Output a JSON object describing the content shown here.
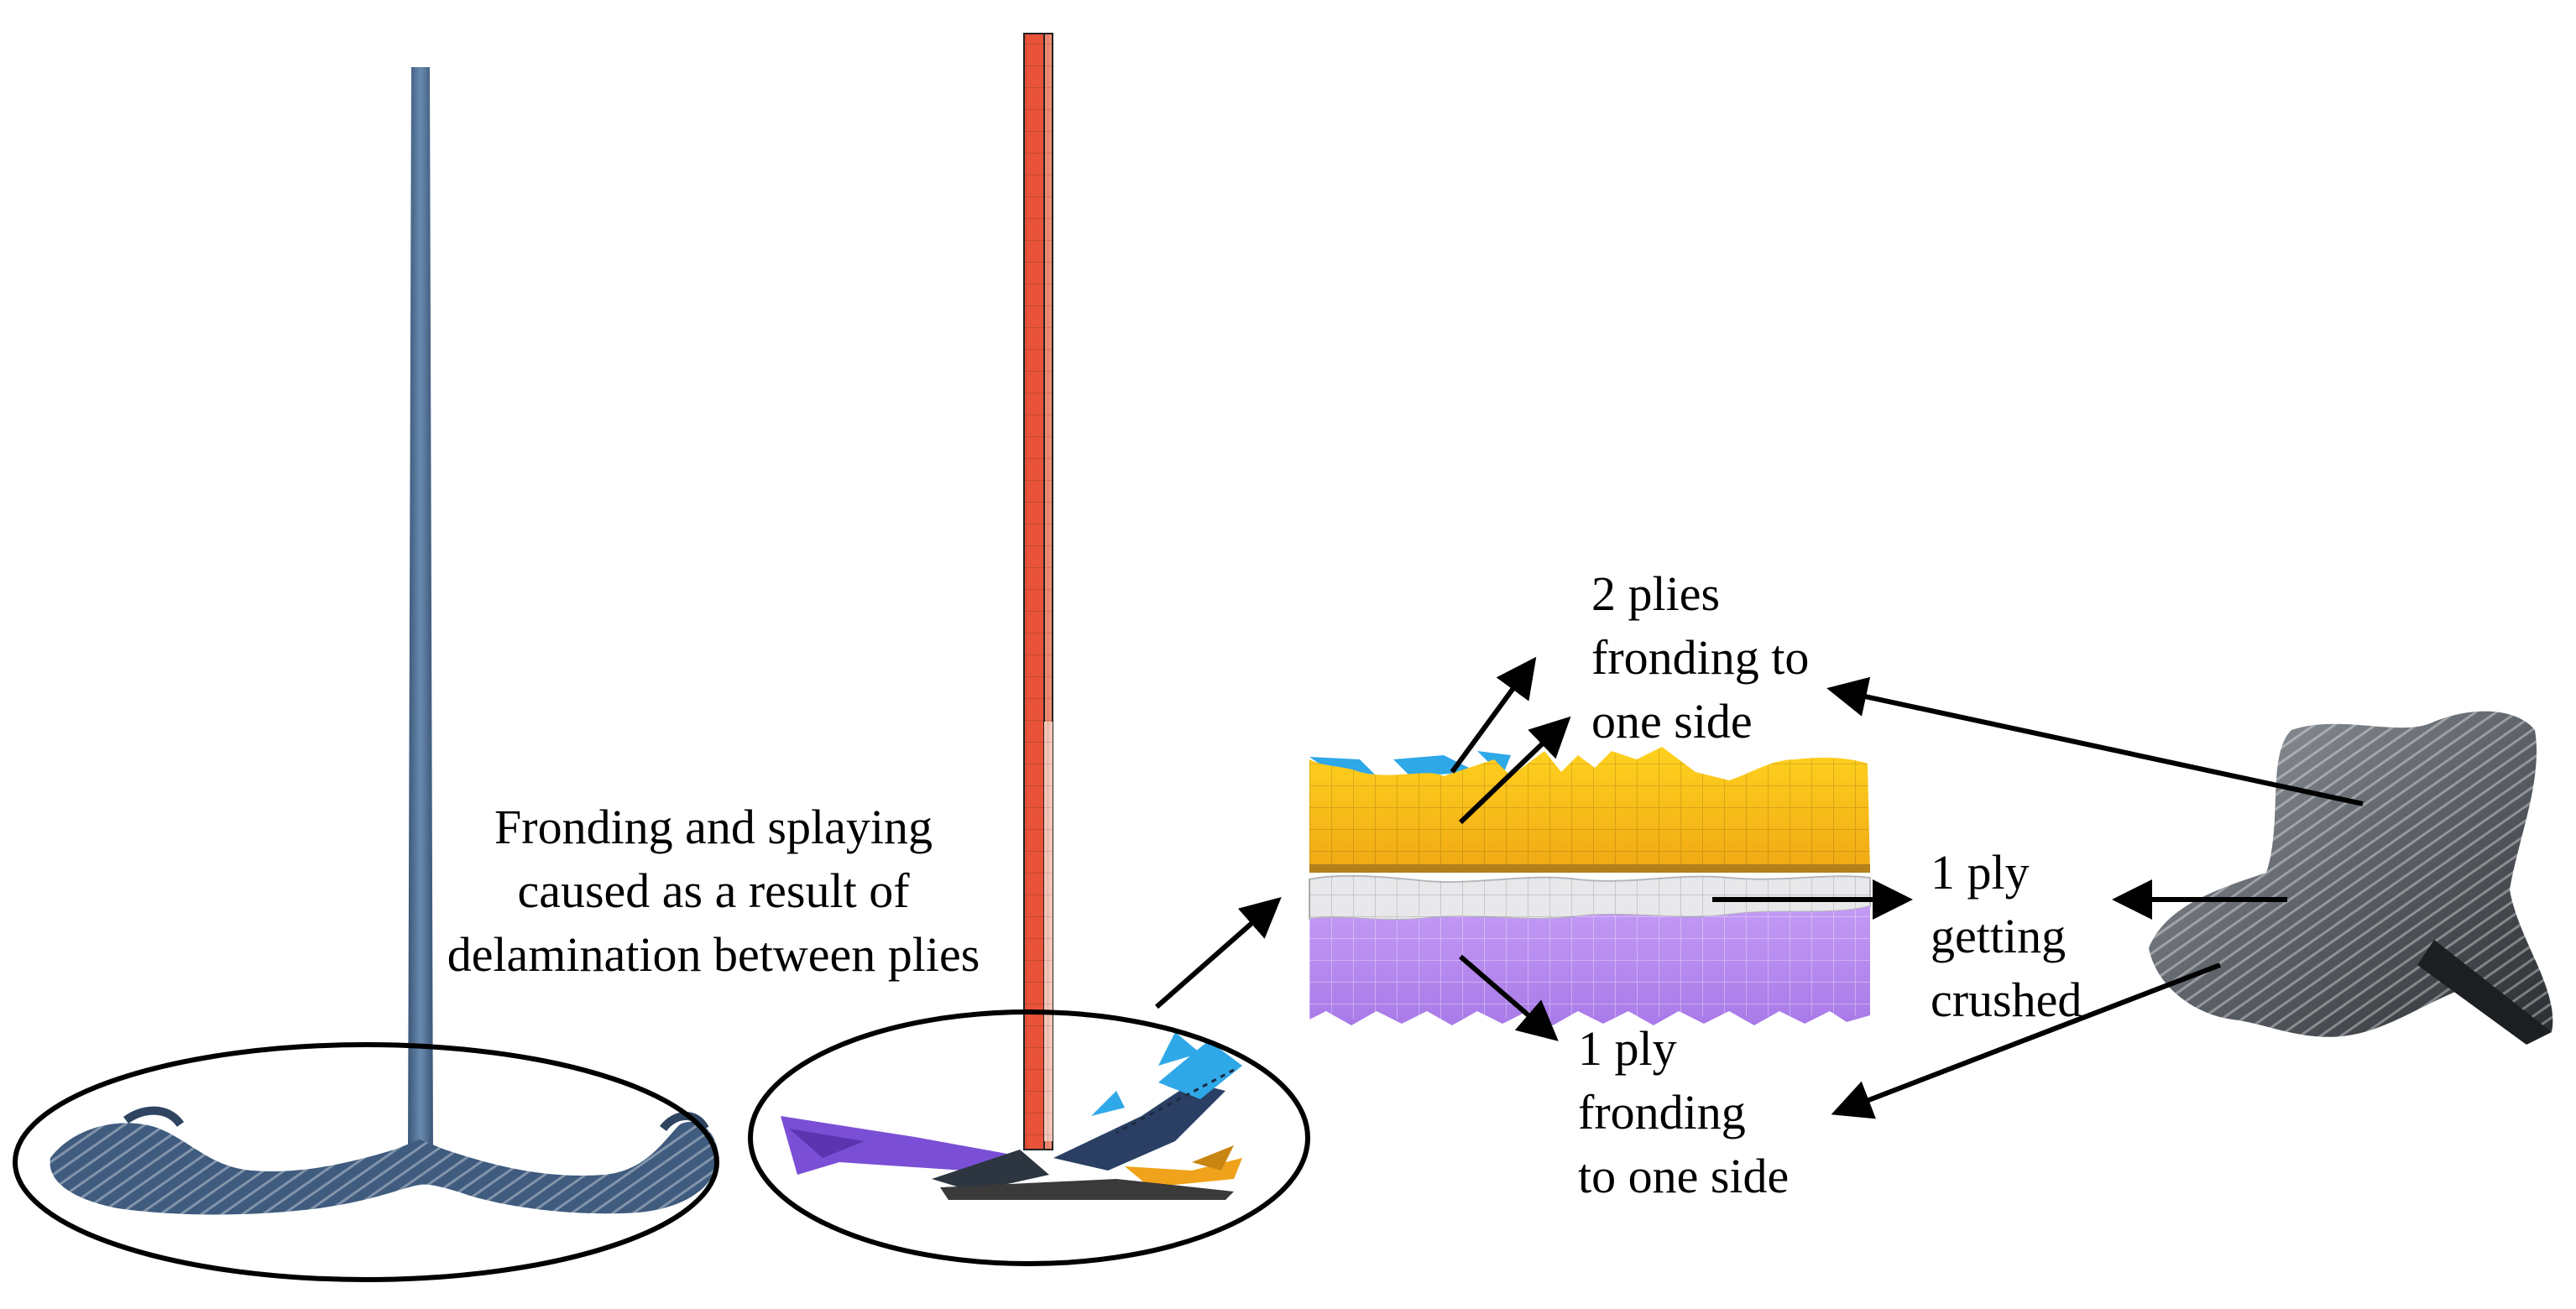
{
  "annotations": {
    "main": [
      "Fronding and splaying",
      "caused as a result of",
      "delamination between plies"
    ],
    "two_plies": [
      "2 plies",
      "fronding to",
      "one side"
    ],
    "one_ply_crushed": [
      "1 ply",
      "getting",
      "crushed"
    ],
    "one_ply_fronding": [
      "1 ply",
      "fronding",
      "to one side"
    ]
  },
  "colors": {
    "tube_blue": "#4f6f94",
    "sim_red": "#e8533a",
    "ply_yellow": "#f5c11b",
    "ply_white": "#e8e8ea",
    "ply_purple": "#b184f0",
    "ply_cyan": "#2fa8e8",
    "fragment_navy": "#2a3f63",
    "fragment_orange": "#f0a21a",
    "fragment_purple": "#7a4fd6",
    "photo_gray": "#7d8187"
  }
}
